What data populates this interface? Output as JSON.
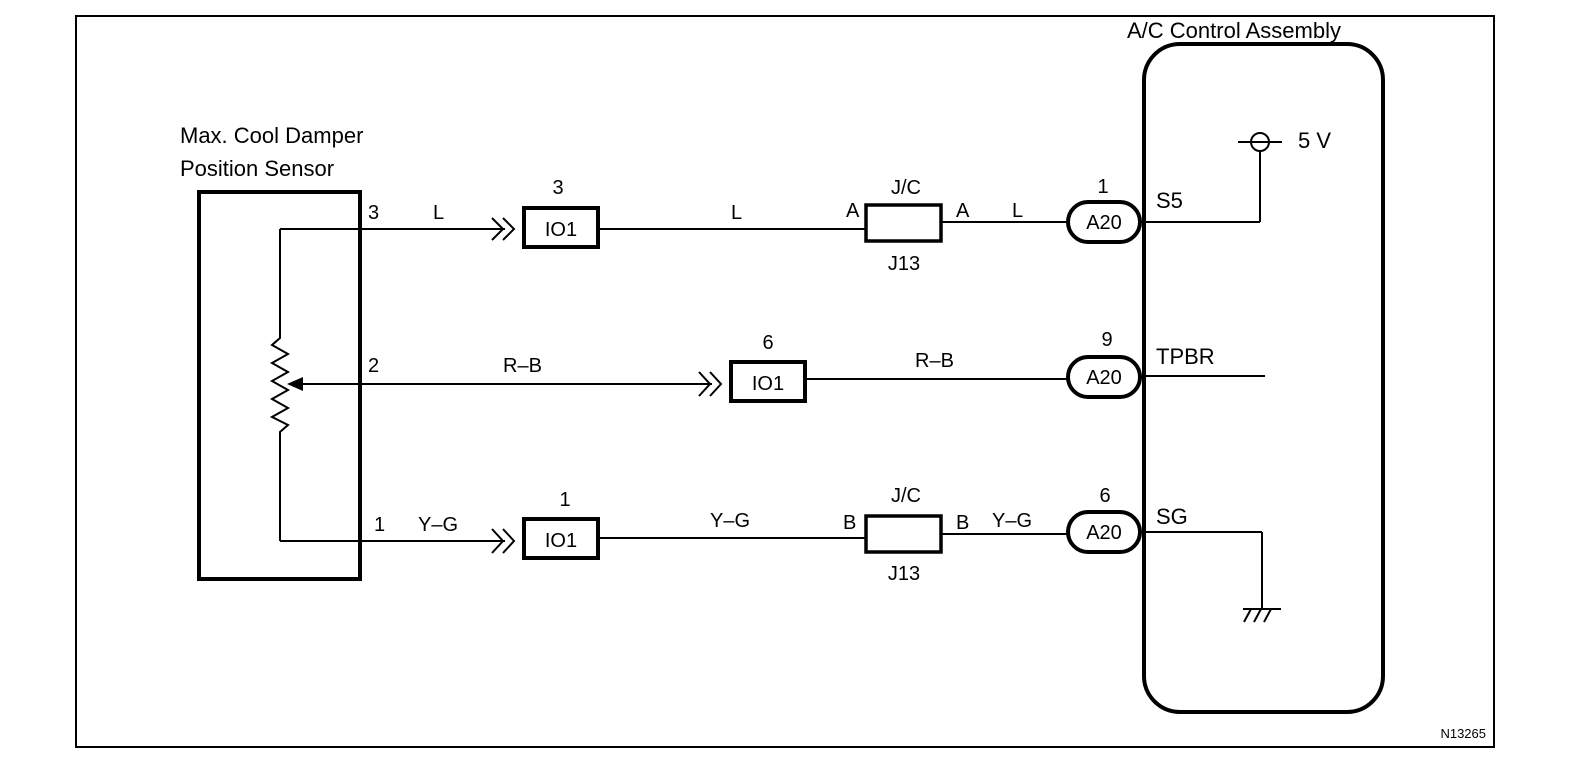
{
  "sensor": {
    "title_line1": "Max. Cool Damper",
    "title_line2": "Position Sensor",
    "pins": [
      "3",
      "2",
      "1"
    ]
  },
  "assembly": {
    "title": "A/C Control Assembly",
    "terminals": [
      "S5",
      "TPBR",
      "SG"
    ],
    "supply": "5 V"
  },
  "circuits": [
    {
      "sensor_pin": "3",
      "wire_color": "L",
      "io_pin": "3",
      "io_connector": "IO1",
      "jc": {
        "label": "J/C",
        "terminal": "A",
        "id": "J13"
      },
      "a20_pin": "1",
      "a20": "A20",
      "terminal": "S5"
    },
    {
      "sensor_pin": "2",
      "wire_color": "R–B",
      "io_pin": "6",
      "io_connector": "IO1",
      "a20_pin": "9",
      "a20": "A20",
      "terminal": "TPBR"
    },
    {
      "sensor_pin": "1",
      "wire_color": "Y–G",
      "io_pin": "1",
      "io_connector": "IO1",
      "jc": {
        "label": "J/C",
        "terminal": "B",
        "id": "J13"
      },
      "a20_pin": "6",
      "a20": "A20",
      "terminal": "SG"
    }
  ],
  "figure_code": "N13265"
}
